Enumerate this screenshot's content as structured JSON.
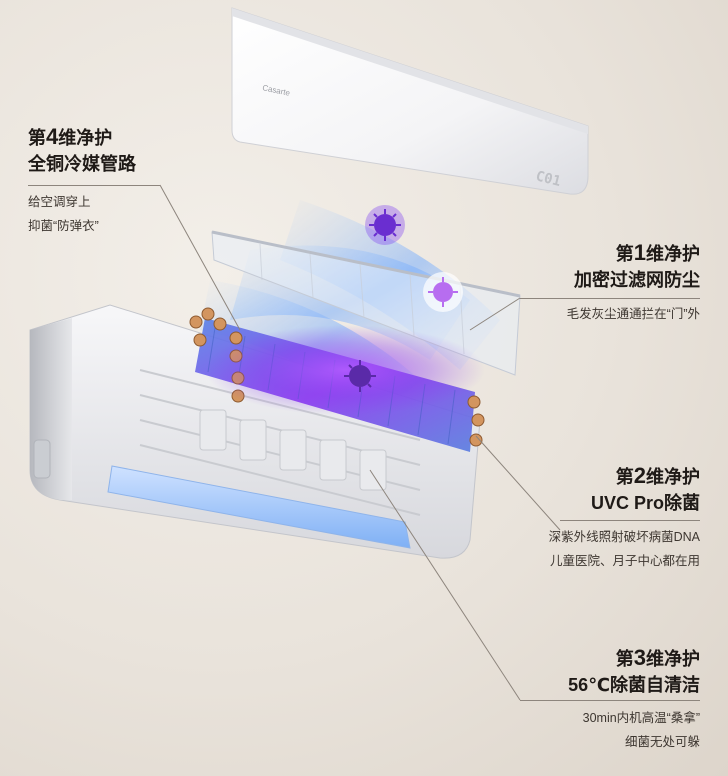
{
  "brand": "Casarte",
  "display_reading": "C01",
  "features": [
    {
      "prefix": "第",
      "num": "4",
      "suffix": "维净护",
      "title": "全铜冷媒管路",
      "desc": [
        "给空调穿上",
        "抑菌“防弹衣”"
      ]
    },
    {
      "prefix": "第",
      "num": "1",
      "suffix": "维净护",
      "title": "加密过滤网防尘",
      "desc": [
        "毛发灰尘通通拦在“门”外"
      ]
    },
    {
      "prefix": "第",
      "num": "2",
      "suffix": "维净护",
      "title": "UVC Pro除菌",
      "desc": [
        "深紫外线照射破坏病菌DNA",
        "儿童医院、月子中心都在用"
      ]
    },
    {
      "prefix": "第",
      "num": "3",
      "suffix": "维净护",
      "title": "56℃除菌自清洁",
      "desc": [
        "30min内机高温“桑拿”",
        "细菌无处可躲"
      ]
    }
  ],
  "colors": {
    "uv_purple": "#8b3cf0",
    "airflow_blue": "#6fa9ff",
    "copper": "#c98a57",
    "leader_line": "#8d857d"
  }
}
